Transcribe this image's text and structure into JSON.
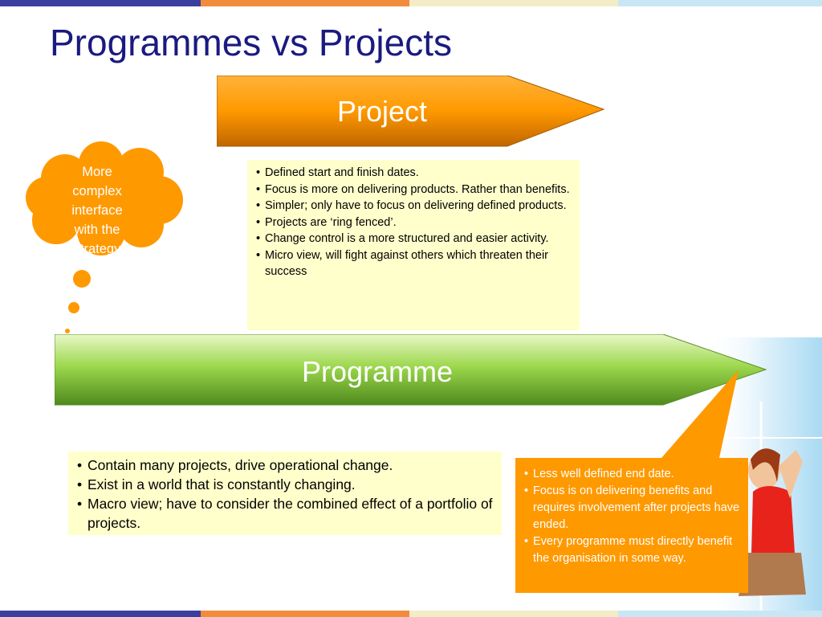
{
  "title": "Programmes vs Projects",
  "project_arrow": {
    "label": "Project"
  },
  "programme_arrow": {
    "label": "Programme"
  },
  "cloud": {
    "text": "More complex interface with the strategy"
  },
  "project_box": {
    "bullets": [
      "Defined start and finish dates.",
      "Focus is more on delivering products. Rather than benefits.",
      "Simpler; only have to focus on delivering defined products.",
      "Projects are ‘ring fenced’.",
      "Change control is a more structured and easier activity.",
      "Micro view, will fight against others which threaten their success"
    ]
  },
  "programme_box": {
    "bullets": [
      "Contain many projects, drive operational change.",
      "Exist in a world that is constantly changing.",
      "Macro view; have to consider the combined effect of a portfolio of projects."
    ]
  },
  "callout_box": {
    "bullets": [
      "Less well defined end date.",
      "Focus is on delivering benefits and requires involvement after projects have ended.",
      "Every programme must directly benefit the organisation in some way."
    ]
  },
  "colors": {
    "title": "#1a1a80",
    "project_arrow": "#ff9900",
    "programme_arrow": "#8ecf3c",
    "cloud": "#ff9900",
    "text_box_bg": "#ffffcc",
    "callout_bg": "#ff9900"
  }
}
